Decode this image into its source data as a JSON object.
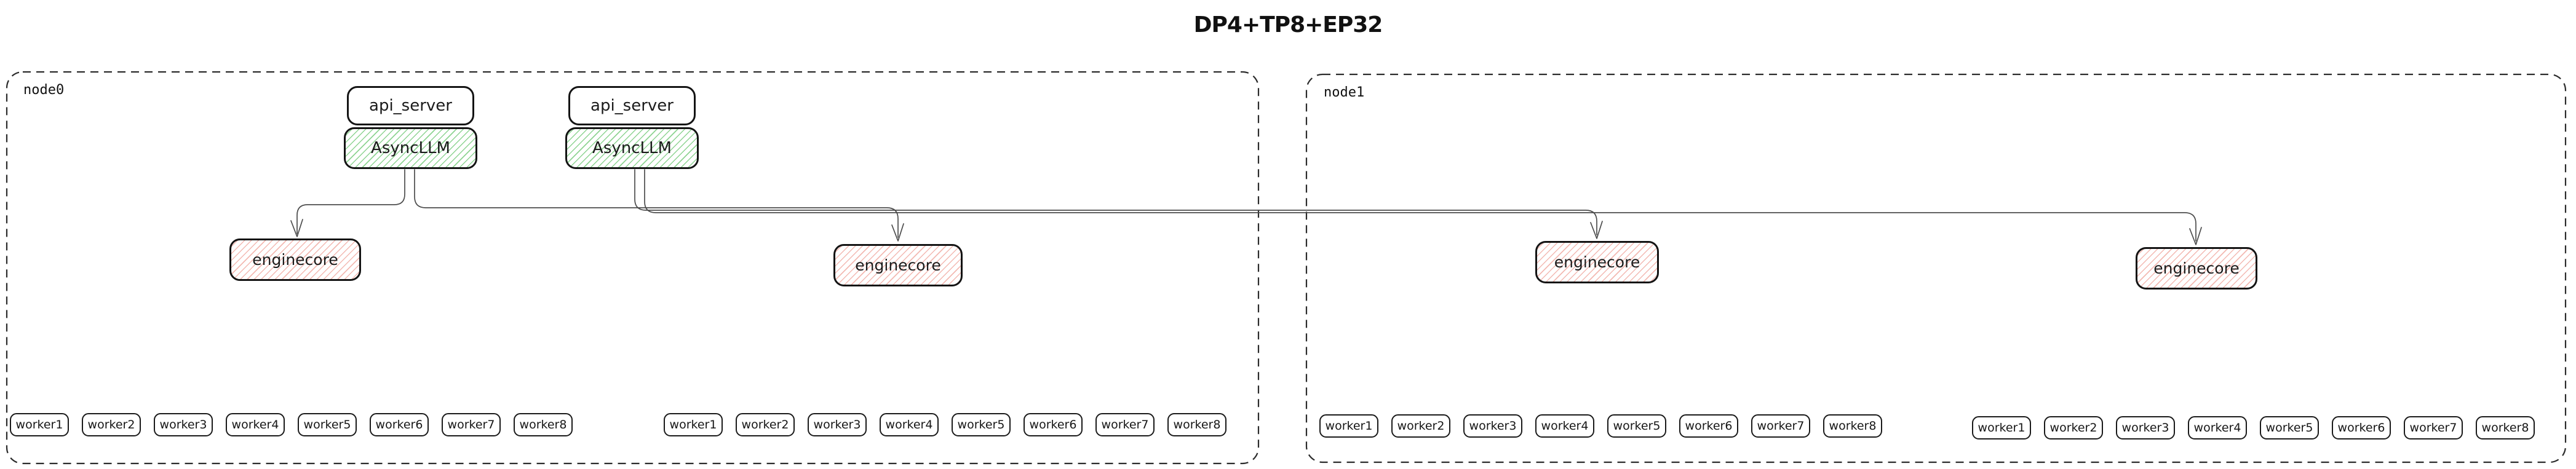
{
  "title": "DP4+TP8+EP32",
  "colors": {
    "asyncllm_hatch": "#8ed492",
    "enginecore_hatch": "#f3b9b2",
    "box_border": "#141414",
    "node_border": "#2b2b2b",
    "connector": "#4c4c4c"
  },
  "nodes": [
    {
      "label": "node0",
      "api_stacks": [
        {
          "api_label": "api_server",
          "llm_label": "AsyncLLM"
        },
        {
          "api_label": "api_server",
          "llm_label": "AsyncLLM"
        }
      ],
      "enginecores": [
        "enginecore",
        "enginecore"
      ],
      "worker_groups": [
        [
          "worker1",
          "worker2",
          "worker3",
          "worker4",
          "worker5",
          "worker6",
          "worker7",
          "worker8"
        ],
        [
          "worker1",
          "worker2",
          "worker3",
          "worker4",
          "worker5",
          "worker6",
          "worker7",
          "worker8"
        ]
      ]
    },
    {
      "label": "node1",
      "api_stacks": [],
      "enginecores": [
        "enginecore",
        "enginecore"
      ],
      "worker_groups": [
        [
          "worker1",
          "worker2",
          "worker3",
          "worker4",
          "worker5",
          "worker6",
          "worker7",
          "worker8"
        ],
        [
          "worker1",
          "worker2",
          "worker3",
          "worker4",
          "worker5",
          "worker6",
          "worker7",
          "worker8"
        ]
      ]
    }
  ],
  "edges": [
    {
      "from": "AsyncLLM-1",
      "to": "node0-enginecore-1"
    },
    {
      "from": "AsyncLLM-1",
      "to": "node0-enginecore-2"
    },
    {
      "from": "AsyncLLM-2",
      "to": "node1-enginecore-1"
    },
    {
      "from": "AsyncLLM-2",
      "to": "node1-enginecore-2"
    }
  ]
}
